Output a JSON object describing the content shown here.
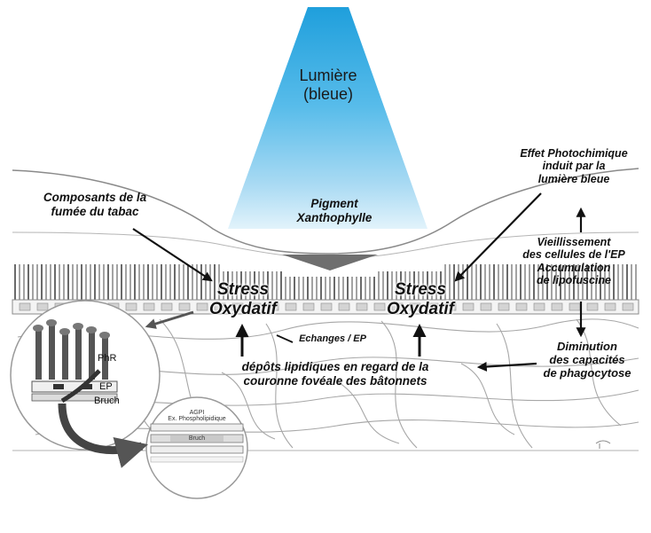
{
  "light": {
    "line1": "Lumière",
    "line2": "(bleue)"
  },
  "pigment": {
    "line1": "Pigment",
    "line2": "Xanthophylle"
  },
  "tobacco": {
    "line1": "Composants de la",
    "line2": "fumée du tabac"
  },
  "photochem": {
    "line1": "Effet Photochimique",
    "line2": "induit par la",
    "line3": "lumière bleue"
  },
  "aging": {
    "line1": "Vieillissement",
    "line2": "des cellules de l'EP",
    "line3": "Accumulation",
    "line4": "de lipofuscine"
  },
  "stress_left": {
    "line1": "Stress",
    "line2": "Oxydatif"
  },
  "stress_right": {
    "line1": "Stress",
    "line2": "Oxydatif"
  },
  "exchanges": "Echanges / EP",
  "deposits": {
    "line1": "dépôts lipidiques en regard de la",
    "line2": "couronne fovéale des bâtonnets"
  },
  "phago": {
    "line1": "Diminution",
    "line2": "des capacités",
    "line3": "de phagocytose"
  },
  "inset_left": {
    "phr": "PhR",
    "ep": "EP",
    "bruch": "Bruch"
  },
  "inset_right": {
    "line1": "AGPI",
    "line2": "Ex. Phospholipidique",
    "line3": "Bruch"
  },
  "colors": {
    "light_top": "#2aa7e0",
    "light_mid": "#6cc3ec",
    "light_bottom": "#cdeaf8",
    "ink": "#111111",
    "tissue": "#999999"
  }
}
